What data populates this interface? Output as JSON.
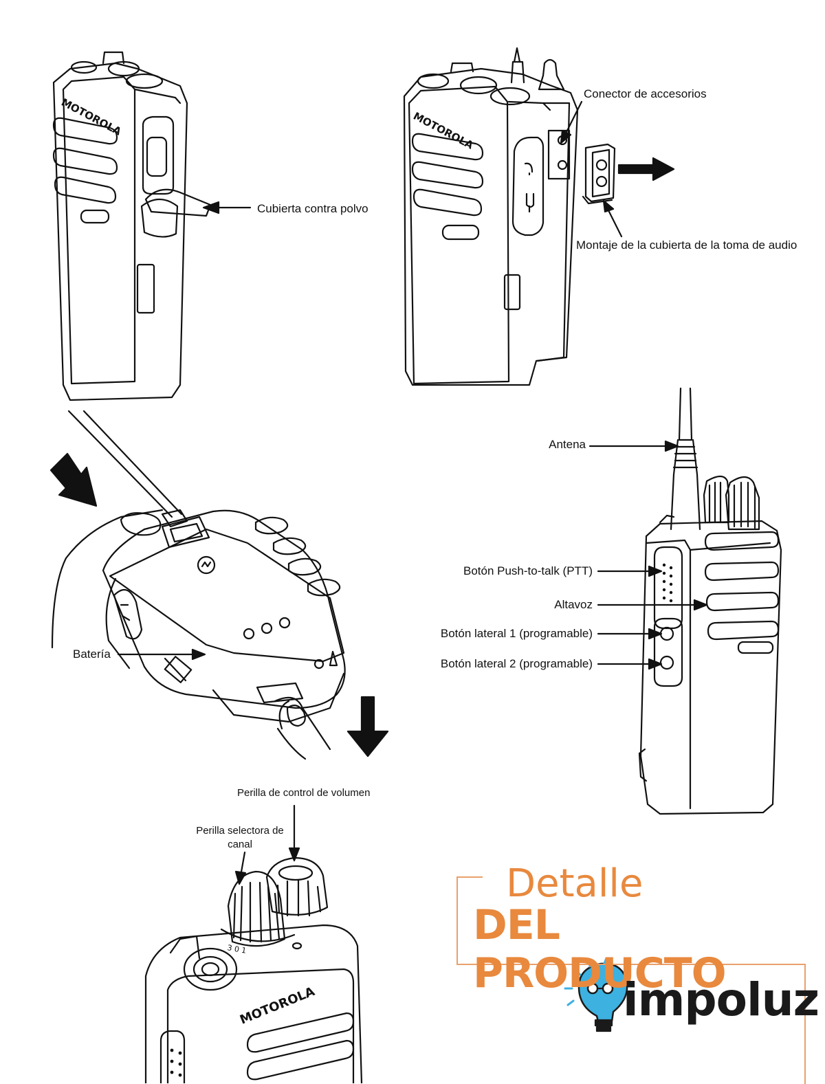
{
  "labels": {
    "dust_cover": "Cubierta contra polvo",
    "accessory_connector": "Conector de accesorios",
    "audio_jack_cover": "Montaje de la cubierta de la toma de audio",
    "antenna": "Antena",
    "ptt_button": "Botón Push-to-talk (PTT)",
    "speaker": "Altavoz",
    "side_button_1": "Botón lateral 1 (programable)",
    "side_button_2": "Botón lateral 2 (programable)",
    "battery": "Batería",
    "volume_knob": "Perilla de control de volumen",
    "channel_knob": "Perilla selectora de canal"
  },
  "brand": {
    "title_top": "Detalle",
    "title_bottom": "DEL PRODUCTO",
    "logo_text": "impoluz",
    "accent_color": "#e8893e",
    "logo_icon": "lightbulb-glasses-icon"
  },
  "device_brand_text": "MOTOROLA",
  "channel_numbers": "3 0 1"
}
